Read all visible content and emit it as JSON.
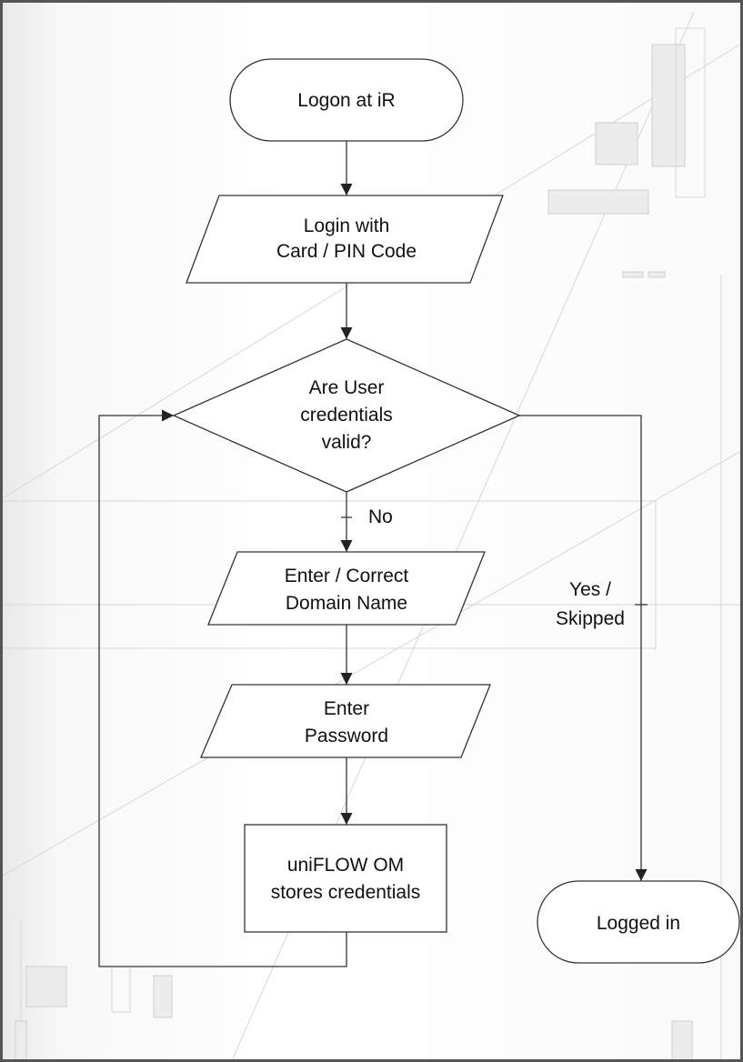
{
  "nodes": {
    "start": [
      "Logon at iR"
    ],
    "login": [
      "Login with",
      "Card / PIN Code"
    ],
    "decision": [
      "Are User",
      "credentials",
      "valid?"
    ],
    "domain": [
      "Enter / Correct",
      "Domain Name"
    ],
    "password": [
      "Enter",
      "Password"
    ],
    "store": [
      "uniFLOW OM",
      "stores credentials"
    ],
    "end": [
      "Logged in"
    ]
  },
  "edges": {
    "no_label": "No",
    "yes_label": [
      "Yes /",
      "Skipped"
    ]
  }
}
